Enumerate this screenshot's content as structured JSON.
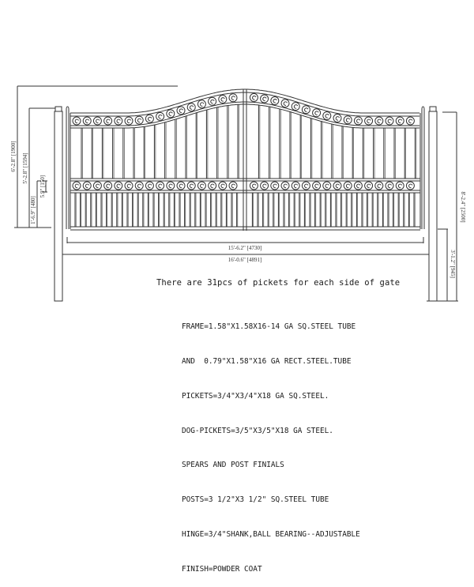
{
  "diagram": {
    "subject": "Double swing driveway gate elevation drawing",
    "dimensions": {
      "left": [
        {
          "id": "overall_height",
          "label": "6'-2.8\" [1900]"
        },
        {
          "id": "gate_height",
          "label": "5'-2.8\" [1594]"
        },
        {
          "id": "scroll_band",
          "label": "5.9\" [150]"
        },
        {
          "id": "lower_section",
          "label": "1'-6.9\" [480]"
        }
      ],
      "right": [
        {
          "id": "post_height",
          "label": "8'-2.4\" [2500]"
        },
        {
          "id": "post_underground",
          "label": "3'-1.2\" [945]"
        }
      ],
      "bottom": [
        {
          "id": "gate_width",
          "label": "15'-6.2\" [4730]"
        },
        {
          "id": "opening_width",
          "label": "16'-0.6\" [4891]"
        }
      ]
    },
    "picket_note": "There are 31pcs of pickets for each side of gate",
    "specs": [
      "FRAME=1.58\"X1.58X16-14 GA SQ.STEEL TUBE",
      "AND  0.79\"X1.58\"X16 GA RECT.STEEL.TUBE",
      "PICKETS=3/4\"X3/4\"X18 GA SQ.STEEL.",
      "DOG-PICKETS=3/5\"X3/5\"X18 GA STEEL.",
      "SPEARS AND POST FINIALS",
      "POSTS=3 1/2\"X3 1/2\" SQ.STEEL TUBE",
      "HINGE=3/4\"SHANK,BALL BEARING--ADJUSTABLE",
      "FINISH=POWDER COAT"
    ],
    "pickets_per_side": 31,
    "line_color": "#333333"
  }
}
